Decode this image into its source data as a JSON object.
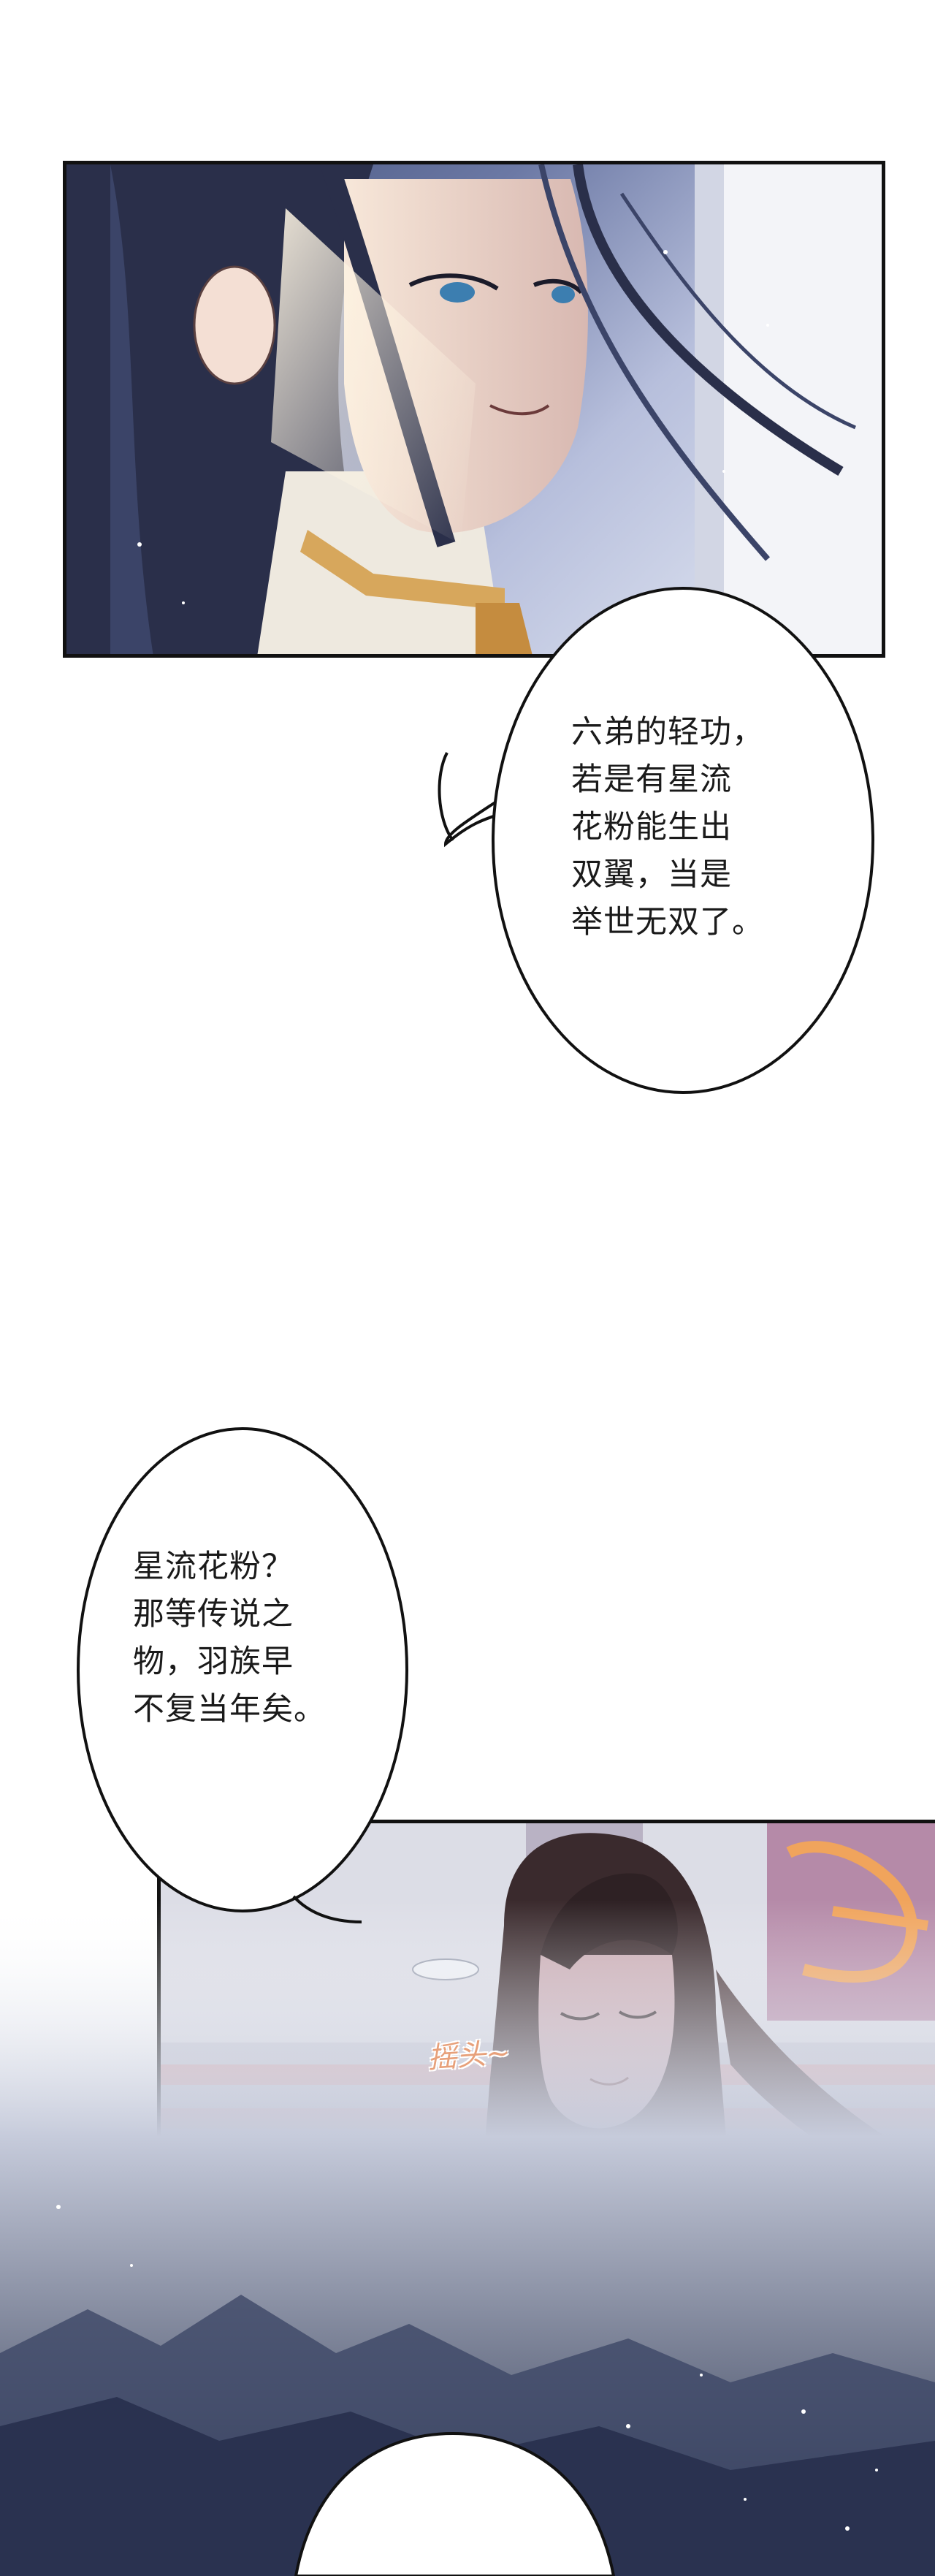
{
  "bubbles": {
    "first": {
      "lines": "六弟的轻功，\n若是有星流\n花粉能生出\n双翼，当是\n举世无双了。"
    },
    "second": {
      "lines": "星流花粉？\n那等传说之\n物，羽族早\n不复当年矣。"
    }
  },
  "sfx": {
    "head_shake": "摇头~"
  },
  "colors": {
    "ink": "#111111",
    "sky_dark": "#3c4a74",
    "sky_light": "#e9edf6",
    "robe": "#6e5556",
    "hair": "#3a2a2d"
  },
  "icons": {
    "panel1_art": "long-haired-man-portrait",
    "panel2_art": "smiling-man-eyes-closed",
    "bottom_art": "starry-night-sky"
  }
}
